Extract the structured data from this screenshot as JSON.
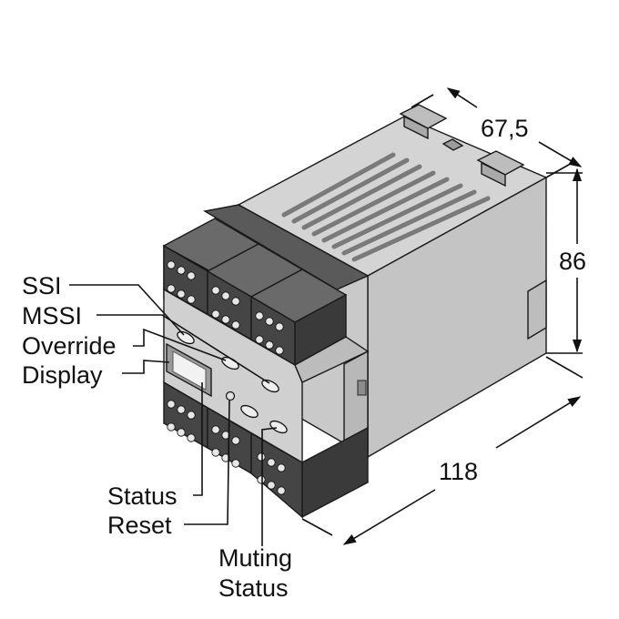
{
  "labels": {
    "ssi": "SSI",
    "mssi": "MSSI",
    "override": "Override",
    "display": "Display",
    "status": "Status",
    "reset": "Reset",
    "muting_line1": "Muting",
    "muting_line2": "Status"
  },
  "dimensions": {
    "depth": "67,5",
    "height": "86",
    "width": "118"
  }
}
